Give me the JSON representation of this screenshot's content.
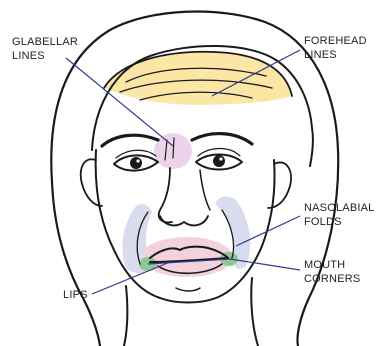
{
  "labels": {
    "glabellar": [
      "GLABELLAR",
      "LINES"
    ],
    "forehead": [
      "FOREHEAD",
      "LINES"
    ],
    "nasolabial": [
      "NASOLABIAL",
      "FOLDS"
    ],
    "mouth_corners": [
      "MOUTH",
      "CORNERS"
    ],
    "lips": [
      "LIPS"
    ]
  },
  "colors": {
    "forehead_zone": "#fbe6a6",
    "glabellar_zone": "#edd3e9",
    "nasolabial_zone": "#d9dcef",
    "lips_zone": "#f3d1dd",
    "mouth_corner_zone": "#8ec98f",
    "leader_line": "#2e3d8f",
    "outline": "#1a1a1a"
  }
}
